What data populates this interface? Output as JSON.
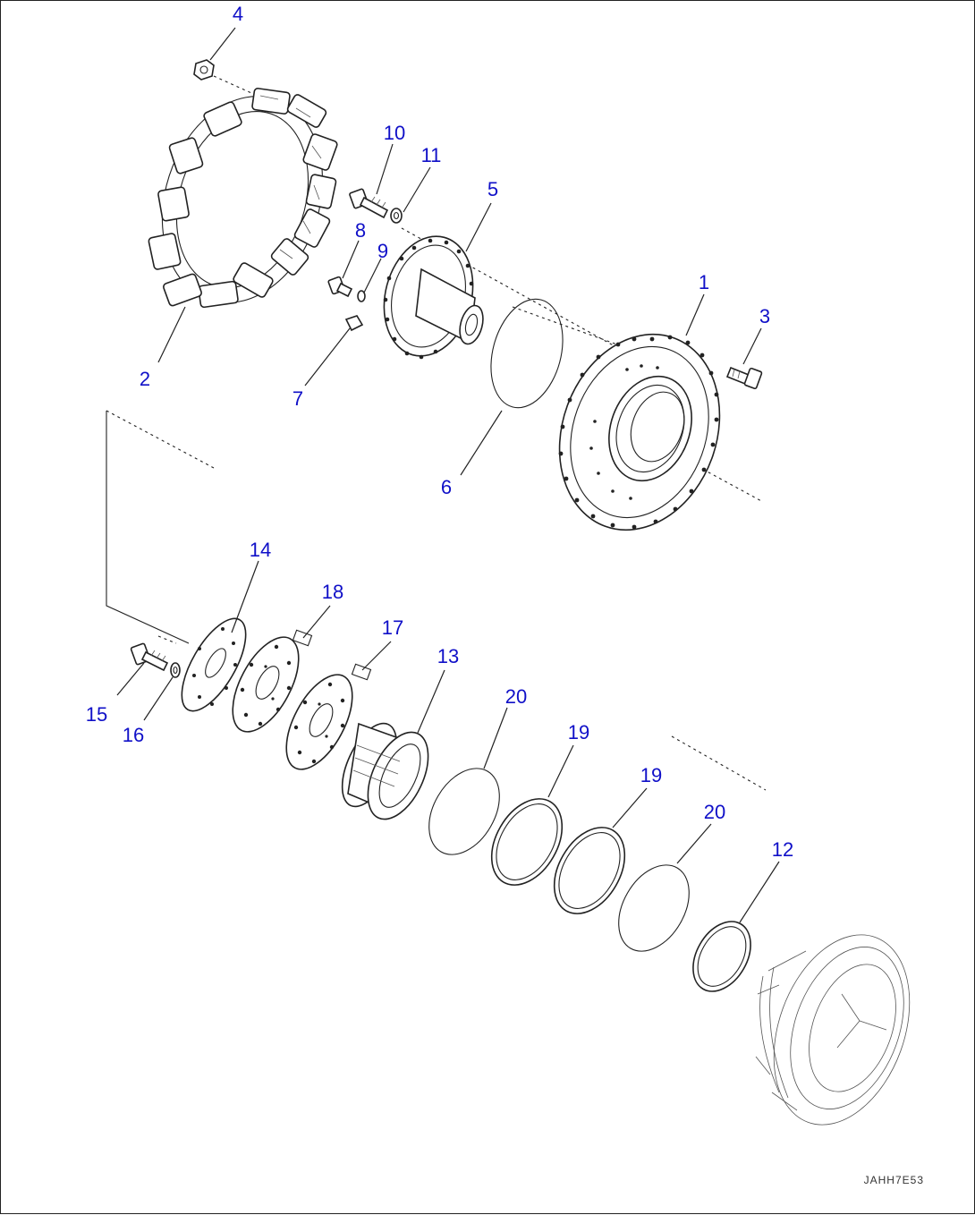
{
  "diagram": {
    "drawing_code": "JAHH7E53",
    "callouts": [
      {
        "id": "c1",
        "label": "1"
      },
      {
        "id": "c2",
        "label": "2"
      },
      {
        "id": "c3",
        "label": "3"
      },
      {
        "id": "c4",
        "label": "4"
      },
      {
        "id": "c5",
        "label": "5"
      },
      {
        "id": "c6",
        "label": "6"
      },
      {
        "id": "c7",
        "label": "7"
      },
      {
        "id": "c8",
        "label": "8"
      },
      {
        "id": "c9",
        "label": "9"
      },
      {
        "id": "c10",
        "label": "10"
      },
      {
        "id": "c11",
        "label": "11"
      },
      {
        "id": "c12",
        "label": "12"
      },
      {
        "id": "c13",
        "label": "13"
      },
      {
        "id": "c14",
        "label": "14"
      },
      {
        "id": "c15",
        "label": "15"
      },
      {
        "id": "c16",
        "label": "16"
      },
      {
        "id": "c17",
        "label": "17"
      },
      {
        "id": "c18",
        "label": "18"
      },
      {
        "id": "c19a",
        "label": "19"
      },
      {
        "id": "c19b",
        "label": "19"
      },
      {
        "id": "c20a",
        "label": "20"
      },
      {
        "id": "c20b",
        "label": "20"
      }
    ]
  }
}
